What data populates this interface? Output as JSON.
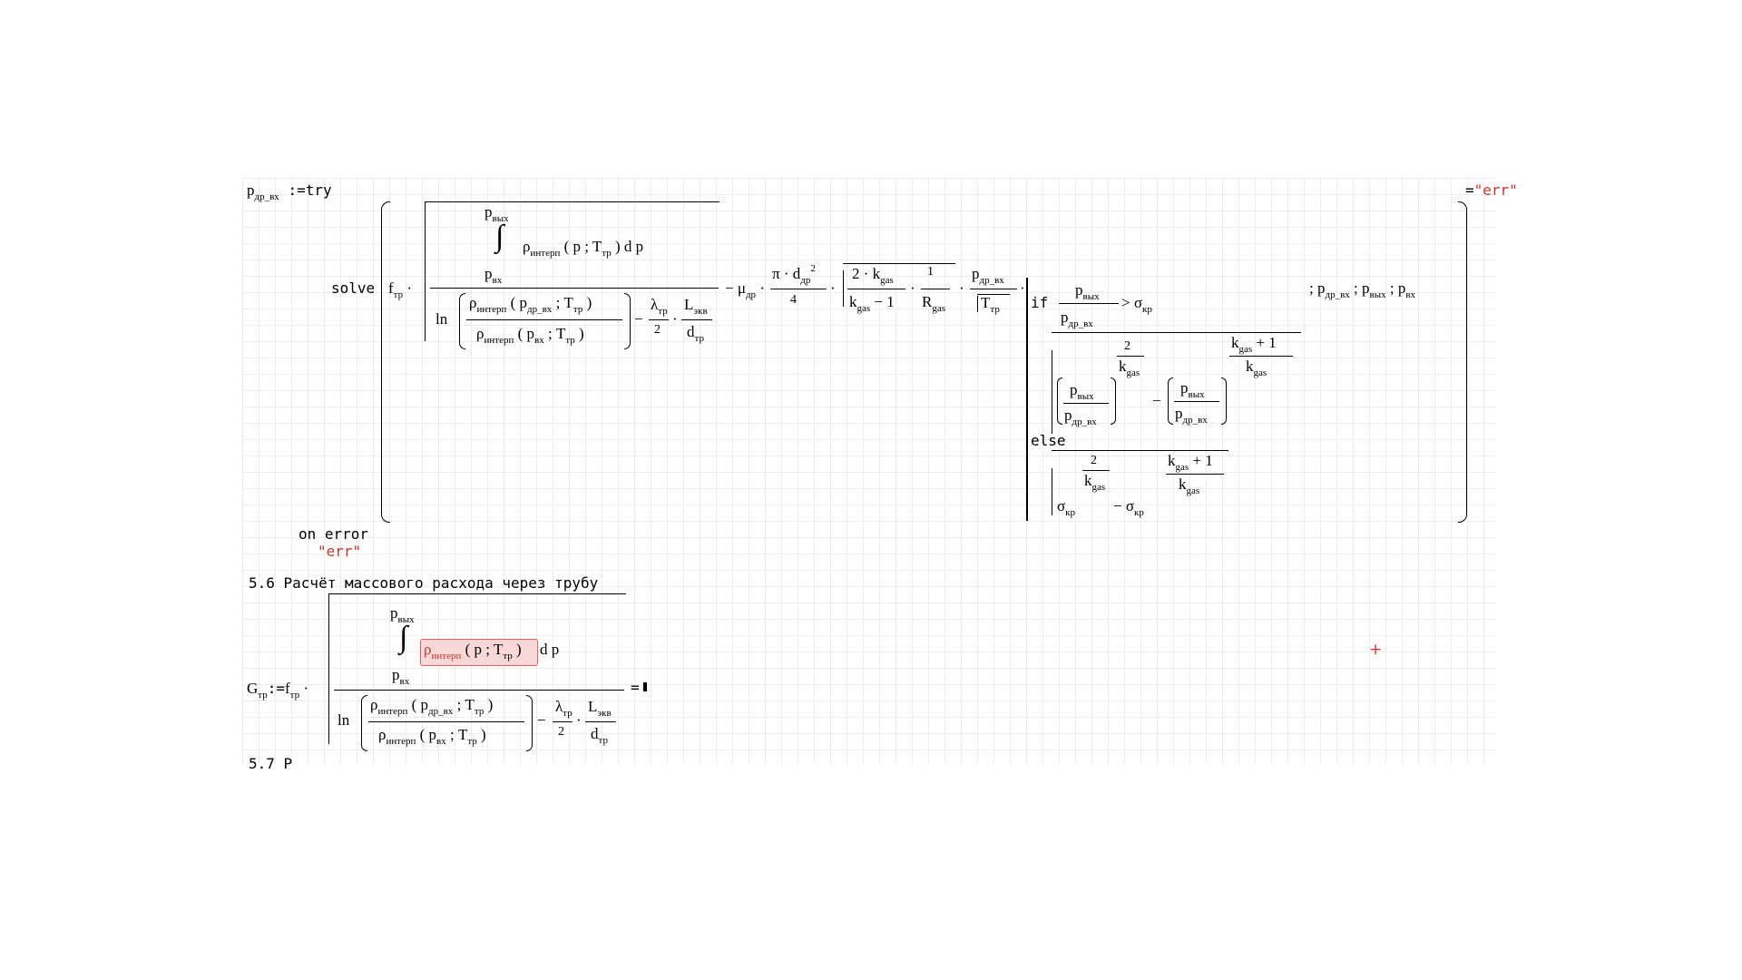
{
  "eq1": {
    "lhs": "pдр_вх",
    "assign": ":=",
    "try_kw": "try",
    "result_eq": "=",
    "result_val": "\"err\"",
    "solve_kw": "solve",
    "on_error_kw": "on error",
    "on_error_val": "\"err\"",
    "if_kw": "if",
    "else_kw": "else",
    "tail_args": "; pдр_вх ; pвых ; pвх"
  },
  "section_heading": "5.6 Расчёт массового расхода через трубу",
  "eq2": {
    "lhs": "Gтр",
    "assign": ":=",
    "result_eq": "="
  },
  "next_heading_fragment": "5.7 Р"
}
